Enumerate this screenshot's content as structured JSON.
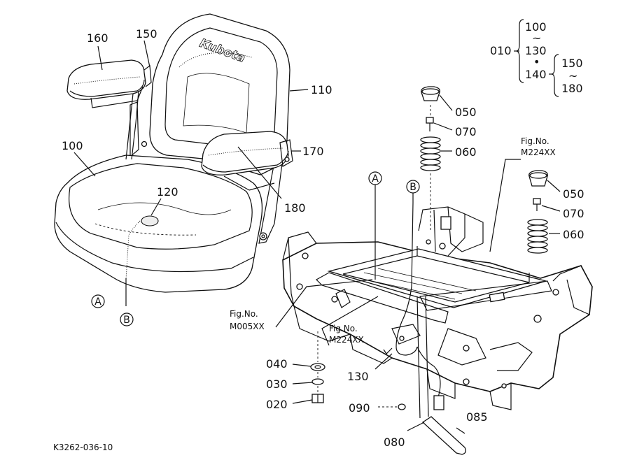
{
  "diagram_code": "K3262-036-10",
  "parts": {
    "p010": "010",
    "p020": "020",
    "p030": "030",
    "p040": "040",
    "p050a": "050",
    "p050b": "050",
    "p060a": "060",
    "p060b": "060",
    "p070a": "070",
    "p070b": "070",
    "p080": "080",
    "p085": "085",
    "p090": "090",
    "p100": "100",
    "p110": "110",
    "p120": "120",
    "p130": "130",
    "p150": "150",
    "p160": "160",
    "p170": "170",
    "p180": "180"
  },
  "range_key": {
    "top": "100",
    "tilde1": "~",
    "mid": "130",
    "dot": "•",
    "low": "140",
    "right_top": "150",
    "tilde2": "~",
    "right_low": "180"
  },
  "fig_refs": {
    "ref1_label": "Fig.No.",
    "ref1_code": "M224XX",
    "ref2_label": "Fig.No.",
    "ref2_code": "M005XX",
    "ref3_label": "Fig.No.",
    "ref3_code": "M224XX"
  },
  "callouts": {
    "A_left": "A",
    "B_left": "B",
    "A_right": "A",
    "B_right": "B"
  },
  "brand": "Kubota"
}
